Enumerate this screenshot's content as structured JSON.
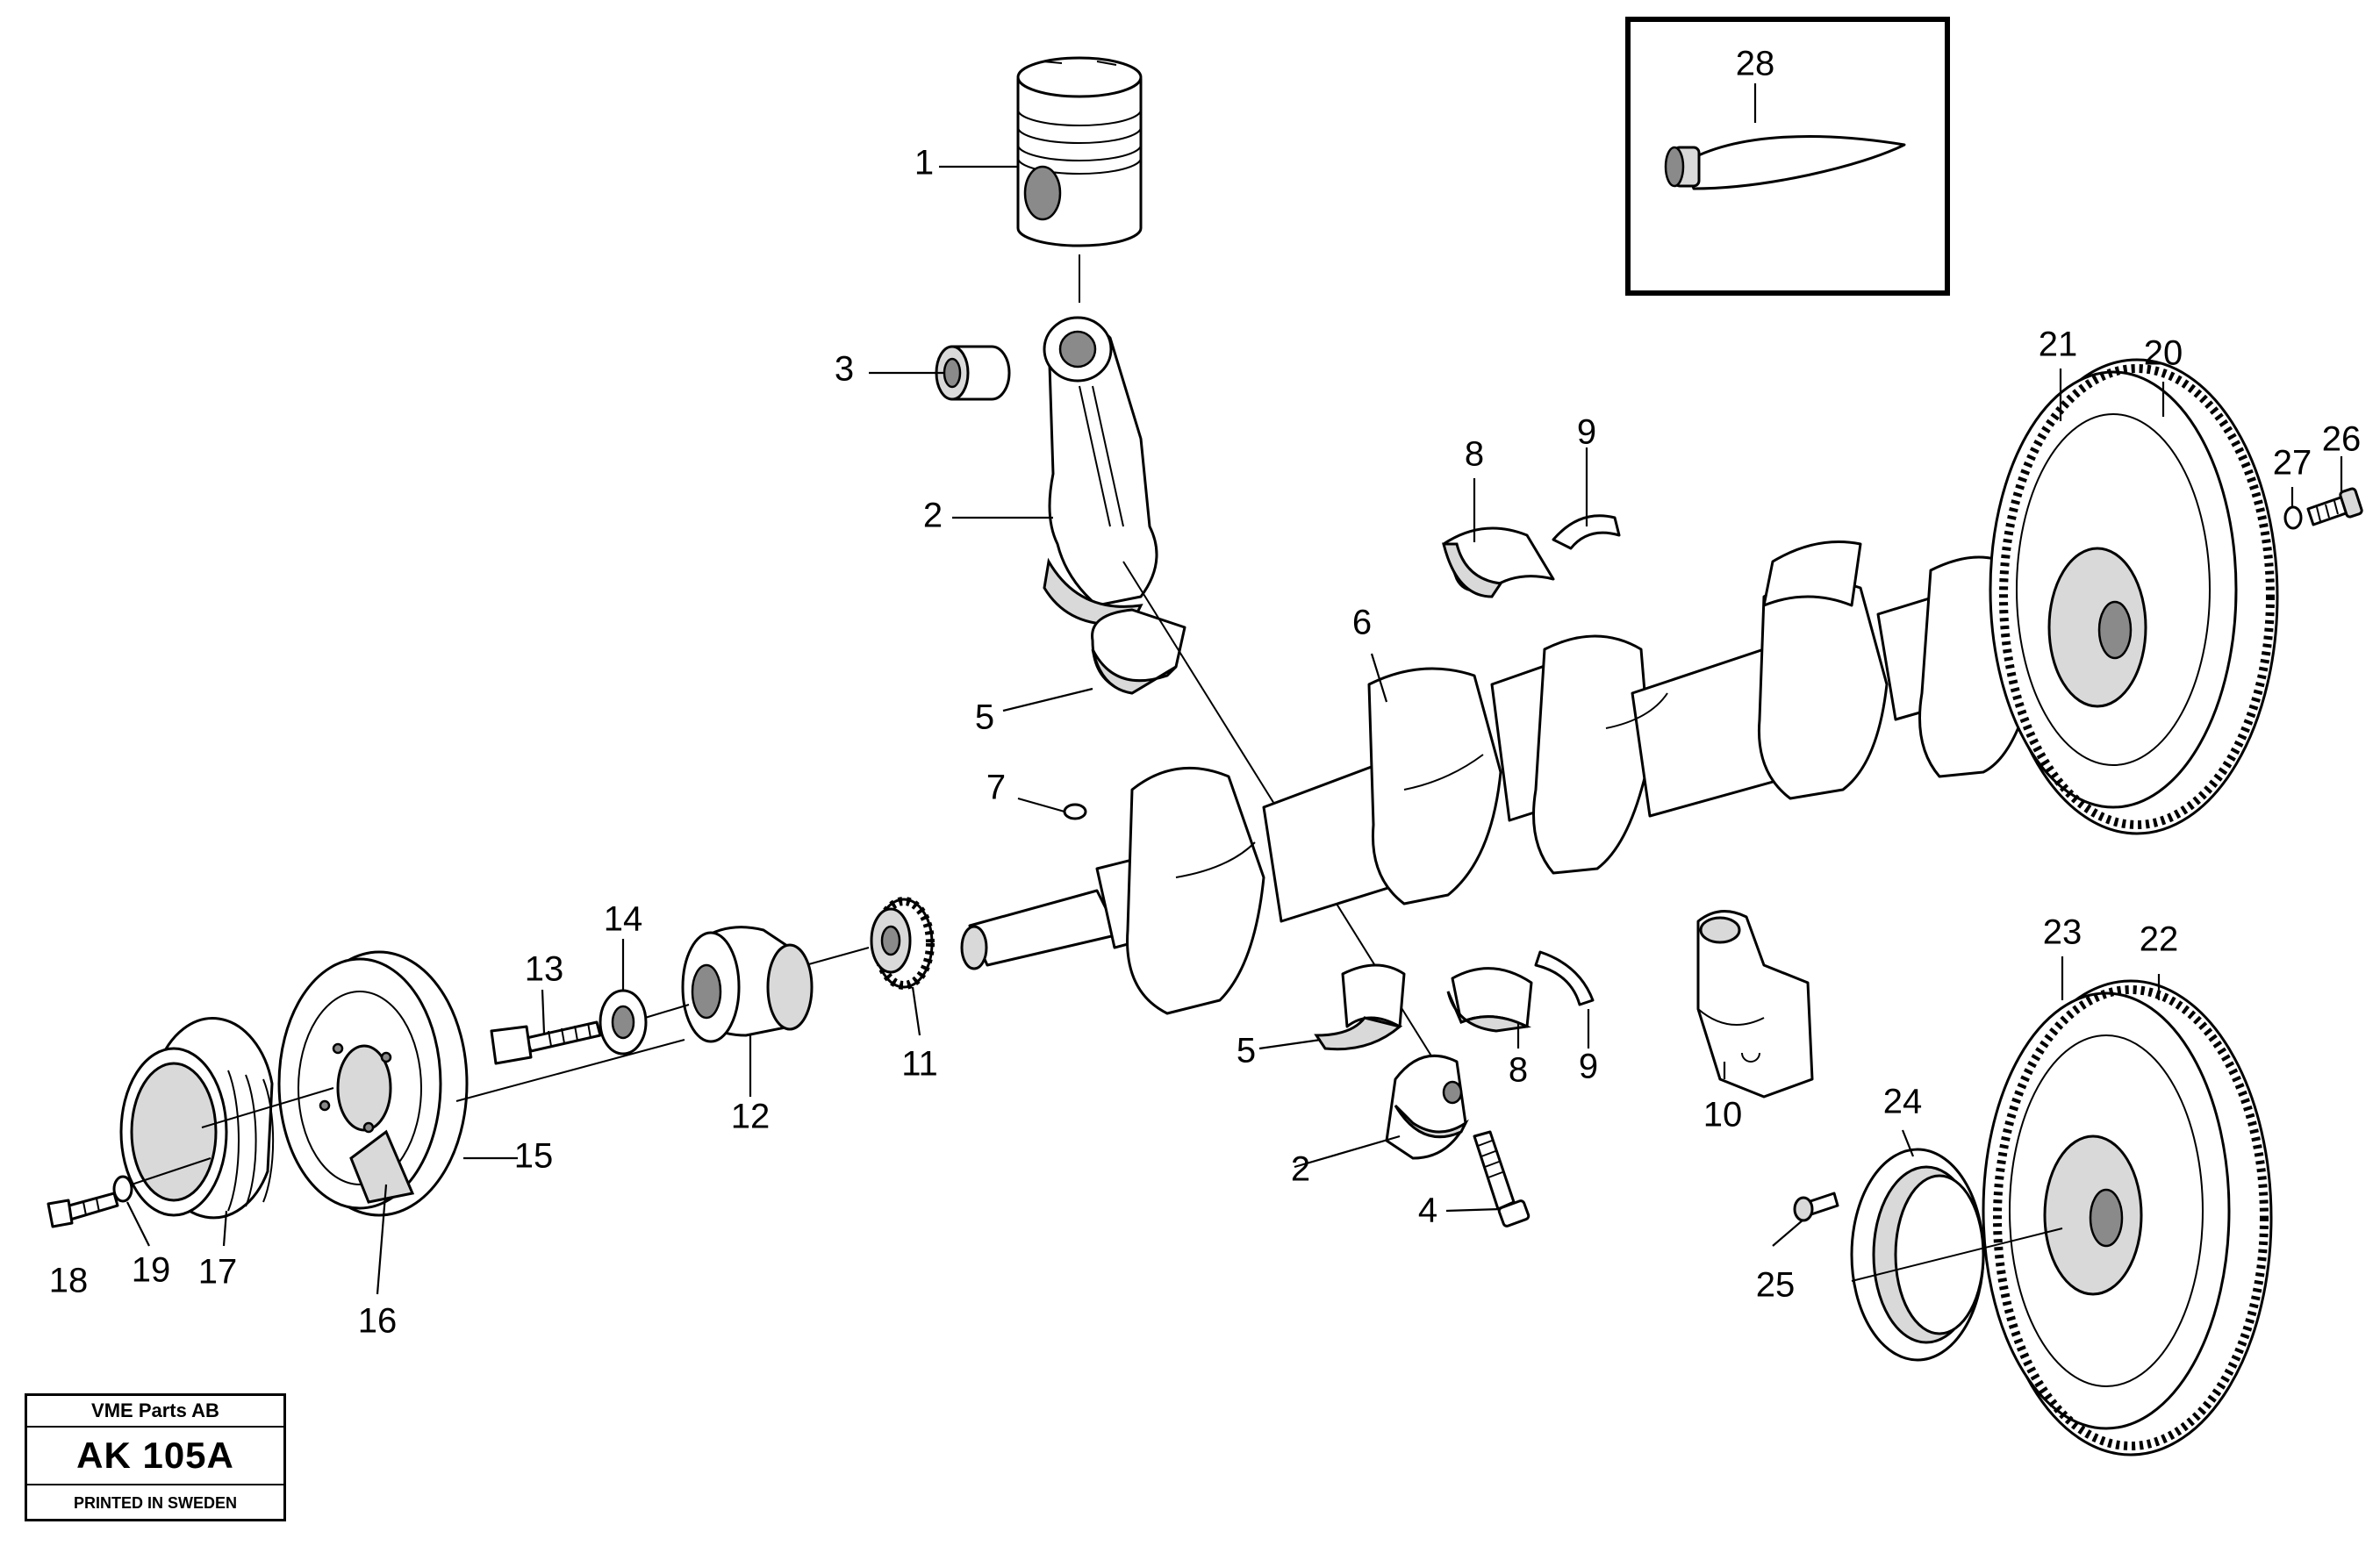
{
  "callouts": [
    "1",
    "2",
    "3",
    "4",
    "5",
    "6",
    "7",
    "8",
    "9",
    "10",
    "11",
    "12",
    "13",
    "14",
    "15",
    "16",
    "17",
    "18",
    "19",
    "20",
    "21",
    "22",
    "23",
    "24",
    "25",
    "26",
    "27",
    "28",
    "2",
    "5",
    "8",
    "9"
  ],
  "stamp": {
    "company": "VME Parts AB",
    "code": "AK 105A",
    "footer": "PRINTED IN SWEDEN"
  }
}
